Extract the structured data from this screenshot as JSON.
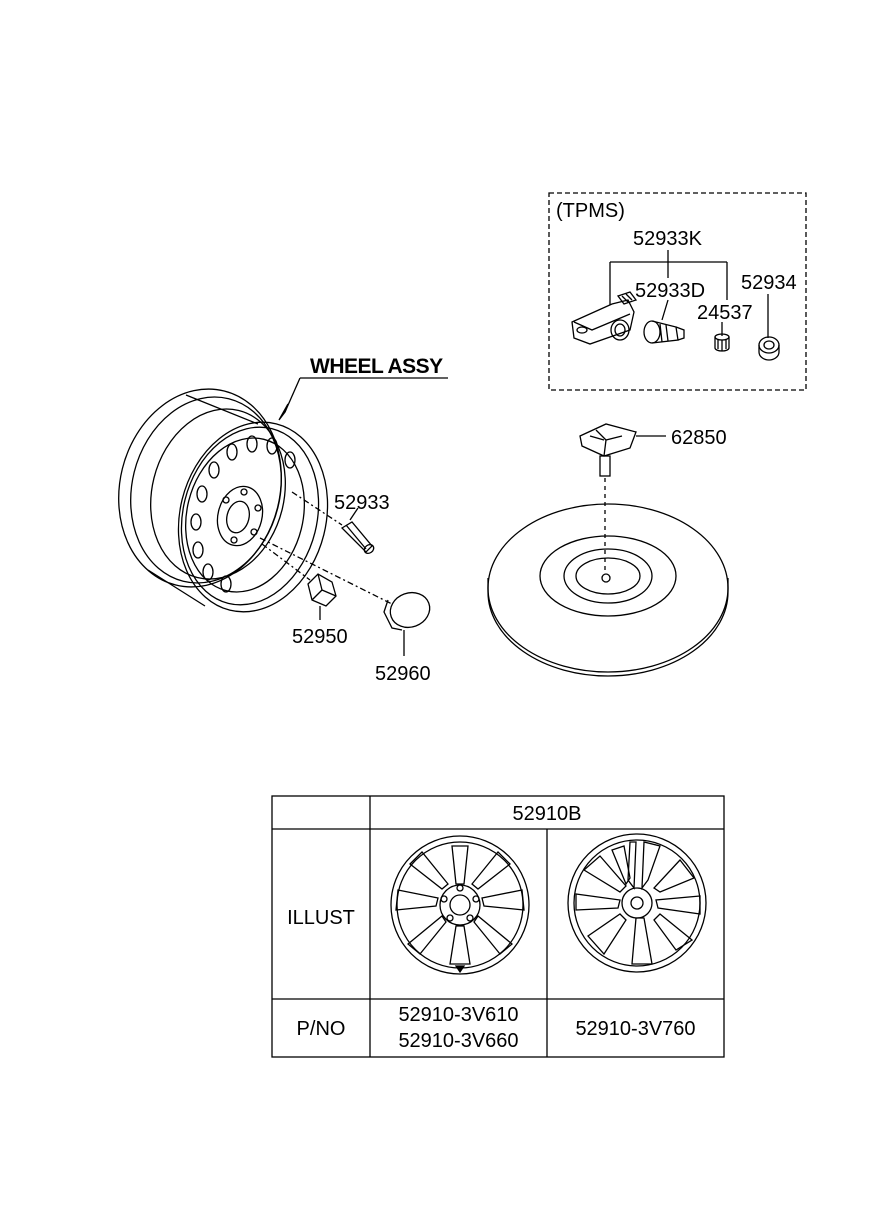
{
  "diagram": {
    "wheel_assy_label": "WHEEL ASSY",
    "tpms": {
      "title": "(TPMS)",
      "parts": [
        "52933K",
        "52933D",
        "24537",
        "52934"
      ]
    },
    "callouts": [
      "52933",
      "52950",
      "52960",
      "62850"
    ]
  },
  "table": {
    "header": "52910B",
    "row_illust_label": "ILLUST",
    "row_pno_label": "P/NO",
    "pno_col1": [
      "52910-3V610",
      "52910-3V660"
    ],
    "pno_col2": "52910-3V760"
  }
}
